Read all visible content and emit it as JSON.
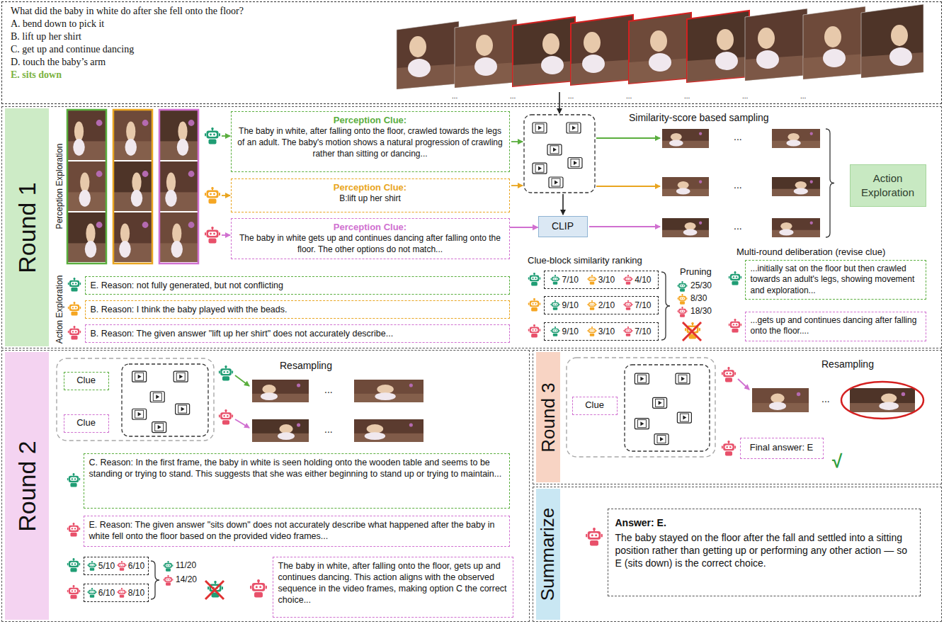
{
  "diagram": {
    "nodes": [
      {
        "text": [
          "What did the baby in white do after she fell onto the floor?",
          "A. bend down to pick it",
          "B. lift up her shirt",
          "C. get up and continue dancing",
          "D. touch the baby’s arm",
          "E. sits down"
        ]
      },
      {
        "text": [
          "Round 1"
        ]
      },
      {
        "text": [
          "Perception Clue:",
          "The baby in white, after falling onto the floor, crawled towards the legs of an adult. The baby's motion shows a natural progression of crawling rather than sitting or dancing..."
        ],
        "in": 1
      },
      {
        "text": [
          "Perception Clue:",
          "B:lift up her shirt"
        ],
        "in": 1
      },
      {
        "text": [
          "Perception Clue:",
          "The baby in white gets up and continues dancing after falling onto the floor. The other options do not match..."
        ],
        "in": 1
      },
      {
        "text": [
          "CLIP"
        ],
        "in": 1
      },
      {
        "text": [
          "Action Exploration"
        ],
        "in": 1
      },
      {
        "text": [
          "E. Reason: not fully generated, but not conflicting"
        ],
        "in": 1
      },
      {
        "text": [
          "B. Reason: I think the baby played with the beads."
        ],
        "in": 1
      },
      {
        "text": [
          "B. Reason: The given answer \"lift up her shirt\" does not accurately describe..."
        ],
        "in": 1
      },
      {
        "text": [
          "7/10",
          "3/10",
          "4/10"
        ],
        "in": 1
      },
      {
        "text": [
          "9/10",
          "2/10",
          "7/10"
        ],
        "in": 1
      },
      {
        "text": [
          "9/10",
          "3/10",
          "7/10"
        ],
        "in": 1
      },
      {
        "text": [
          "...initially sat on the floor but then crawled towards an adult's legs, showing movement and exploration..."
        ],
        "in": 1
      },
      {
        "text": [
          "...gets up and continues dancing after falling onto the floor...."
        ],
        "in": 1
      },
      {
        "text": [
          "Round 2"
        ]
      },
      {
        "text": [
          "Clue"
        ],
        "in": 15
      },
      {
        "text": [
          "Clue"
        ],
        "in": 15
      },
      {
        "text": [
          "C. Reason: In the first frame, the baby in white is seen holding onto the wooden table and seems to be standing or trying to stand. This suggests that she was either beginning to stand up or trying to maintain..."
        ],
        "in": 15
      },
      {
        "text": [
          "E. Reason: The given answer \"sits down\" does not accurately describe what happened after the baby in white fell onto the floor based on the provided video frames..."
        ],
        "in": 15
      },
      {
        "text": [
          "5/10",
          "6/10"
        ],
        "in": 15
      },
      {
        "text": [
          "6/10",
          "8/10"
        ],
        "in": 15
      },
      {
        "text": [
          "The baby in white, after falling onto the floor, gets up and continues dancing. This action aligns with the observed sequence in the video frames, making option C the correct choice..."
        ],
        "in": 15
      },
      {
        "text": [
          "Round 3"
        ]
      },
      {
        "text": [
          "Clue"
        ],
        "in": 23
      },
      {
        "text": [
          "Final answer: E"
        ],
        "in": 23
      },
      {
        "text": [
          "Summarize"
        ]
      },
      {
        "text": [
          "Answer: E.",
          "The baby stayed on the floor after the fall and settled into a sitting position rather than getting up or performing any other action — so E (sits down) is the correct choice."
        ],
        "in": 26
      }
    ],
    "edges": [
      {
        "from": 4,
        "to": 5,
        "arrow": "to"
      }
    ],
    "labels": [
      "Similarity-score based sampling",
      "Perception Exploration",
      "Action Exploration",
      "Clue-block similarity ranking",
      "Pruning",
      "25/30",
      "8/30",
      "18/30",
      "Multi-round deliberation (revise clue)",
      "Resampling",
      "11/20",
      "14/20",
      "Resampling",
      "√",
      "...",
      "...",
      "...",
      "...",
      "...",
      "...",
      "...",
      "...",
      "...",
      "...",
      "...",
      "...",
      "..."
    ]
  }
}
